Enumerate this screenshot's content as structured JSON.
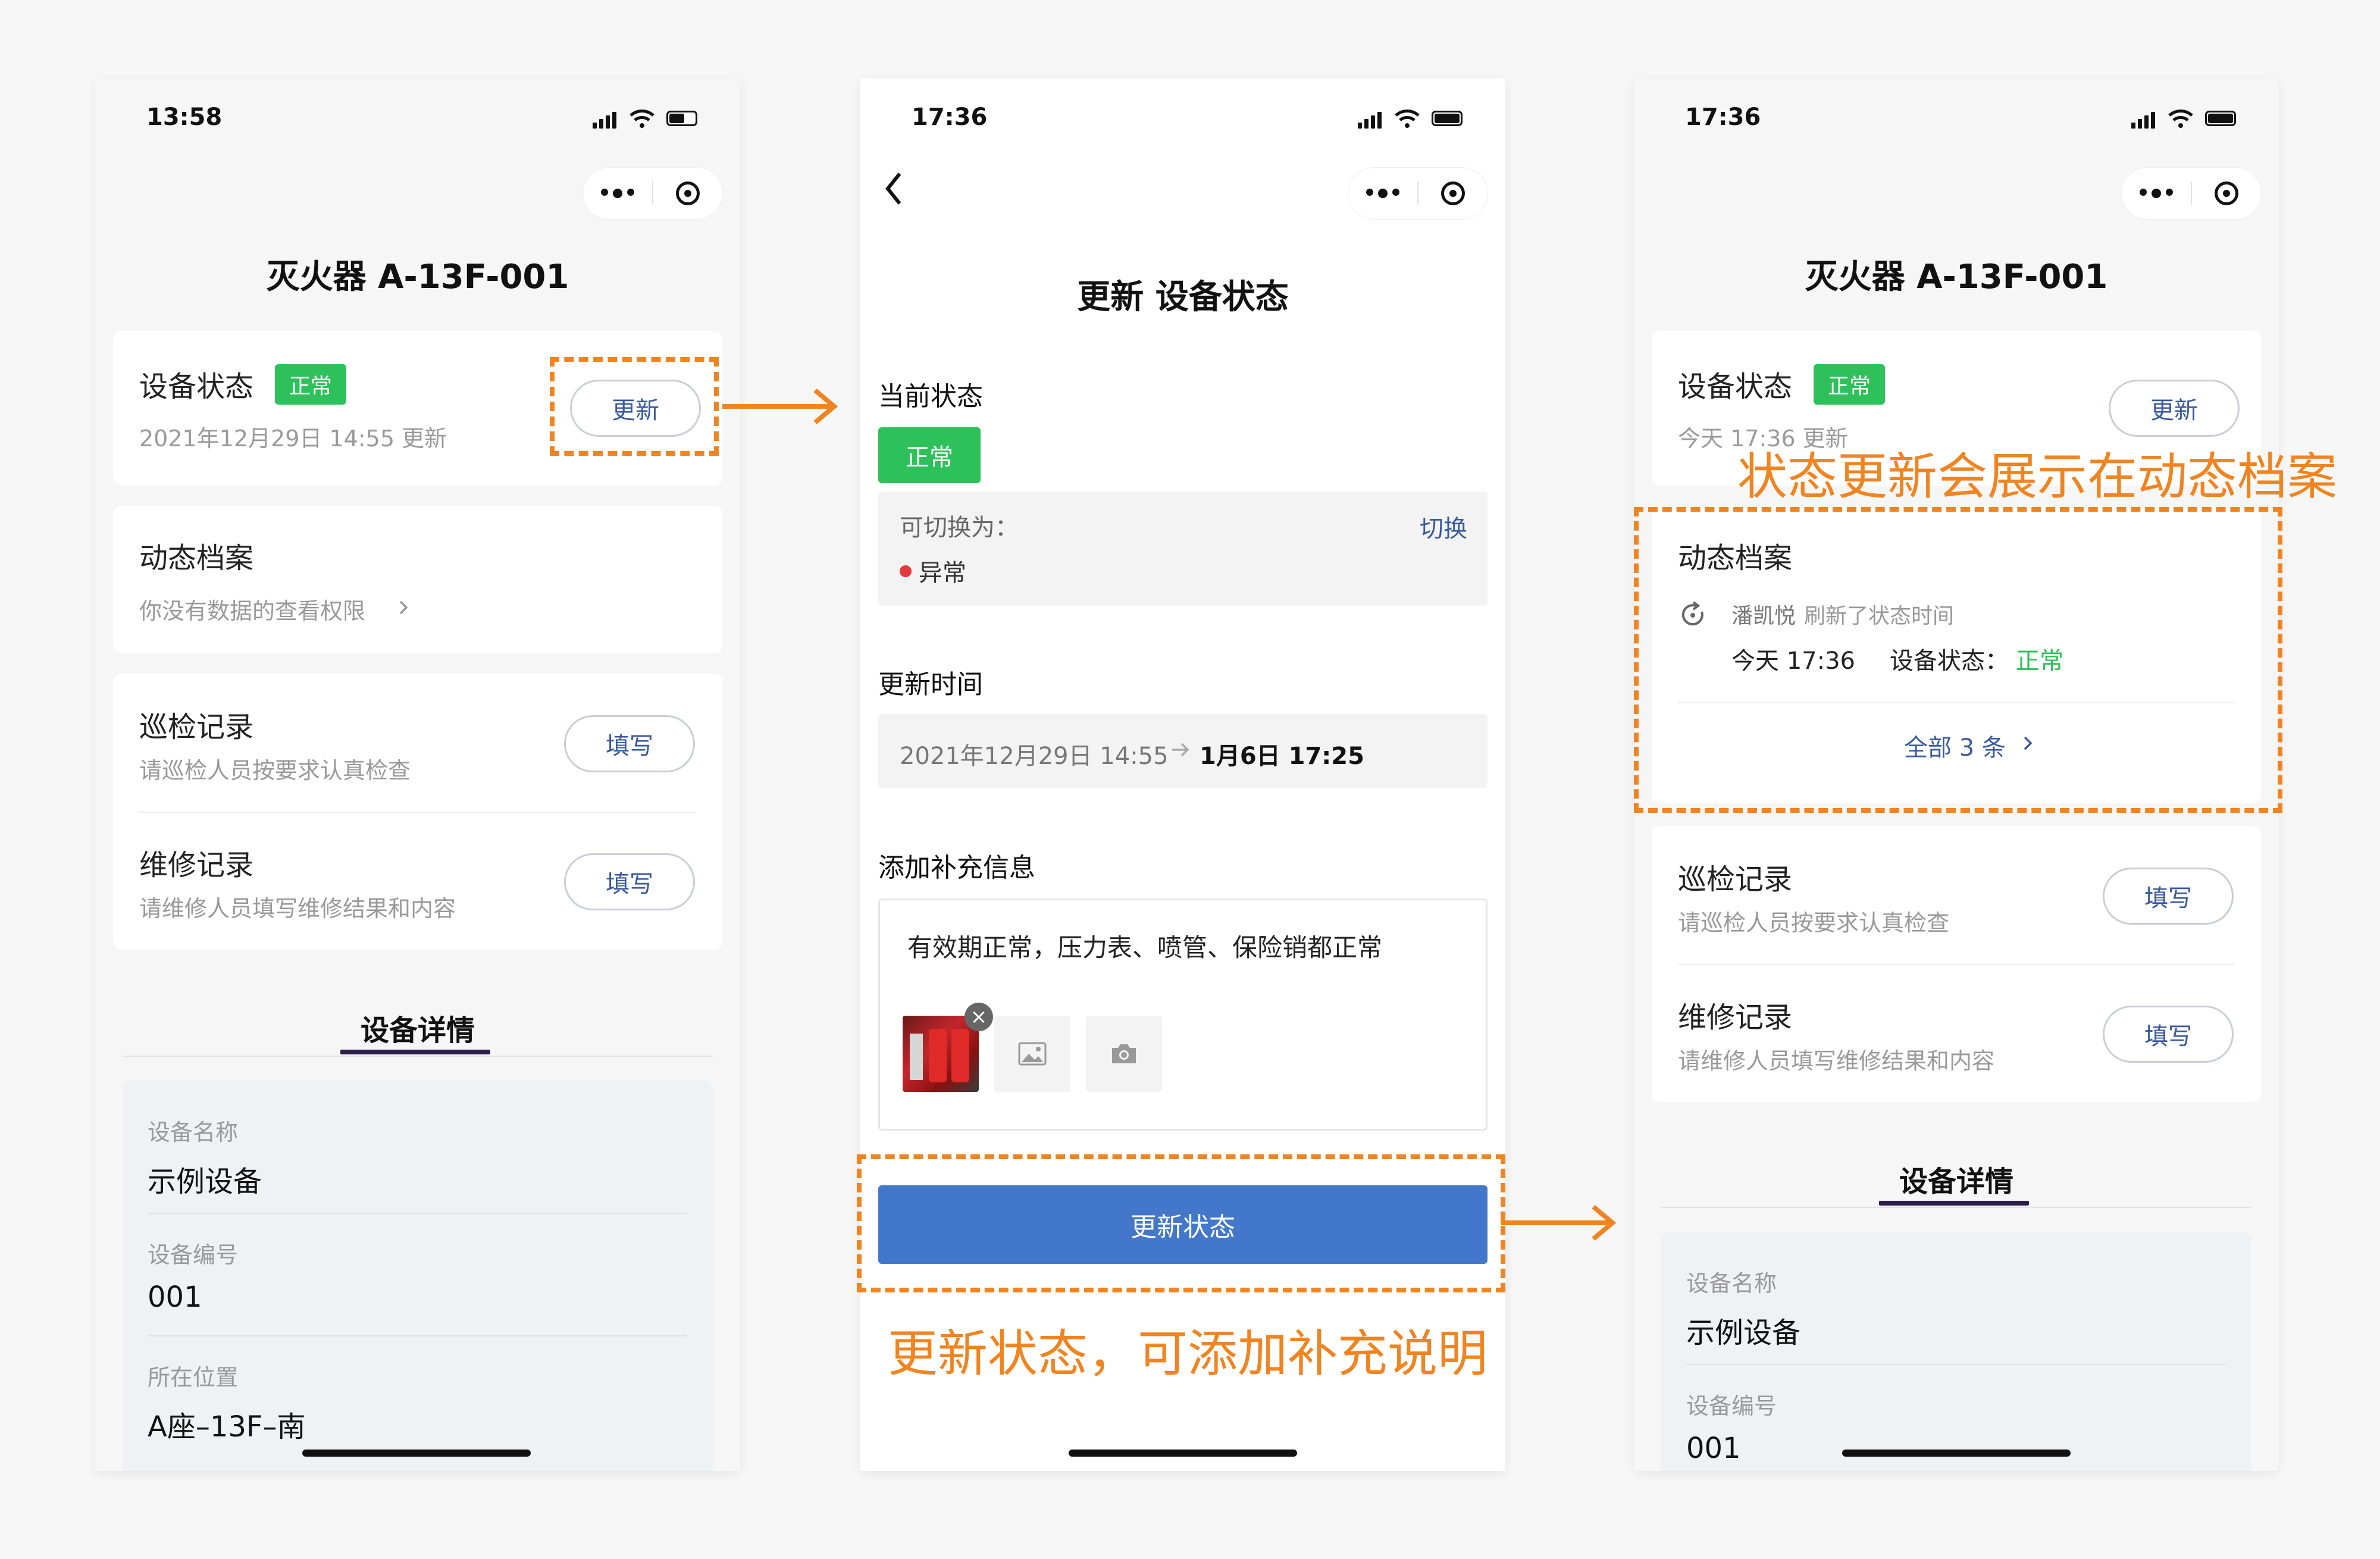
{
  "colors": {
    "accent": "#ef8420",
    "primary": "#4377c9",
    "ok_green": "#2ec05a",
    "danger": "#e23b3b"
  },
  "icons": {
    "signal": "signal-icon",
    "wifi": "wifi-icon",
    "battery": "battery-icon",
    "more": "more-icon",
    "target": "target-icon",
    "back": "back-arrow-icon",
    "chevron": "chevron-right-icon",
    "refresh": "refresh-icon",
    "image": "image-icon",
    "camera": "camera-icon",
    "close": "close-icon"
  },
  "screen1": {
    "time": "13:58",
    "title": "灭火器 A-13F-001",
    "status_label": "设备状态",
    "status_badge": "正常",
    "status_time": "2021年12月29日 14:55 更新",
    "update_btn": "更新",
    "archive_title": "动态档案",
    "archive_hint": "你没有数据的查看权限",
    "inspect_title": "巡检记录",
    "inspect_hint": "请巡检人员按要求认真检查",
    "fill_btn": "填写",
    "repair_title": "维修记录",
    "repair_hint": "请维修人员填写维修结果和内容",
    "tab": "设备详情",
    "fields": [
      {
        "label": "设备名称",
        "value": "示例设备"
      },
      {
        "label": "设备编号",
        "value": "001"
      },
      {
        "label": "所在位置",
        "value": "A座–13F–南"
      }
    ]
  },
  "screen2": {
    "time": "17:36",
    "title": "更新 设备状态",
    "current_label": "当前状态",
    "current_badge": "正常",
    "switchable_label": "可切换为：",
    "switch_link": "切换",
    "alt_status": "异常",
    "time_label": "更新时间",
    "time_from": "2021年12月29日 14:55",
    "time_to": "1月6日 17:25",
    "extra_label": "添加补充信息",
    "extra_text": "有效期正常，压力表、喷管、保险销都正常",
    "submit_btn": "更新状态"
  },
  "screen3": {
    "time": "17:36",
    "title": "灭火器 A-13F-001",
    "status_label": "设备状态",
    "status_badge": "正常",
    "status_time": "今天 17:36 更新",
    "update_btn": "更新",
    "archive_title": "动态档案",
    "log_user": "潘凯悦",
    "log_action": "刷新了状态时间",
    "log_when": "今天 17:36",
    "log_field": "设备状态：",
    "log_value": "正常",
    "log_all": "全部 3 条",
    "inspect_title": "巡检记录",
    "inspect_hint": "请巡检人员按要求认真检查",
    "fill_btn": "填写",
    "repair_title": "维修记录",
    "repair_hint": "请维修人员填写维修结果和内容",
    "tab": "设备详情",
    "fields": [
      {
        "label": "设备名称",
        "value": "示例设备"
      },
      {
        "label": "设备编号",
        "value": "001"
      }
    ]
  },
  "annotations": {
    "submit_note": "更新状态，可添加补充说明",
    "archive_note": "状态更新会展示在动态档案"
  }
}
